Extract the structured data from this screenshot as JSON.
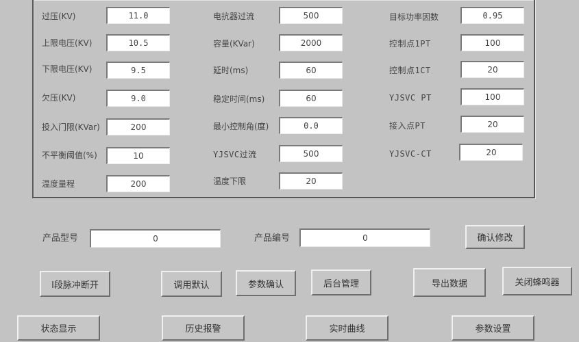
{
  "params": {
    "col1": [
      {
        "label": "过压(KV)",
        "value": "11.0"
      },
      {
        "label": "上限电压(KV)",
        "value": "10.5"
      },
      {
        "label": "下限电压(KV)",
        "value": "9.5"
      },
      {
        "label": "欠压(KV)",
        "value": "9.0"
      },
      {
        "label": "投入门限(KVar)",
        "value": "200"
      },
      {
        "label": "不平衡阈值(%)",
        "value": "10"
      },
      {
        "label": "温度量程",
        "value": "200"
      }
    ],
    "col2": [
      {
        "label": "电抗器过流",
        "value": "500"
      },
      {
        "label": "容量(KVar)",
        "value": "2000"
      },
      {
        "label": "延时(ms)",
        "value": "60"
      },
      {
        "label": "稳定时间(ms)",
        "value": "60"
      },
      {
        "label": "最小控制角(度)",
        "value": "0.0"
      },
      {
        "label": "YJSVC过流",
        "value": "500"
      },
      {
        "label": "温度下限",
        "value": "20"
      }
    ],
    "col3": [
      {
        "label": "目标功率因数",
        "value": "0.95"
      },
      {
        "label": "控制点1PT",
        "value": "100"
      },
      {
        "label": "控制点1CT",
        "value": "20"
      },
      {
        "label": "YJSVC PT",
        "value": "100"
      },
      {
        "label": "接入点PT",
        "value": "20"
      },
      {
        "label": "YJSVC-CT",
        "value": "20"
      }
    ]
  },
  "product": {
    "model_label": "产品型号",
    "model_value": "0",
    "serial_label": "产品编号",
    "serial_value": "0",
    "confirm_label": "确认修改"
  },
  "actions": {
    "pulse_off": "I段脉冲断开",
    "load_default": "调用默认",
    "param_confirm": "参数确认",
    "backend_manage": "后台管理",
    "export_data": "导出数据",
    "close_buzzer": "关闭蜂鸣器"
  },
  "nav": {
    "status": "状态显示",
    "history_alarm": "历史报警",
    "realtime_curve": "实时曲线",
    "param_settings": "参数设置"
  }
}
